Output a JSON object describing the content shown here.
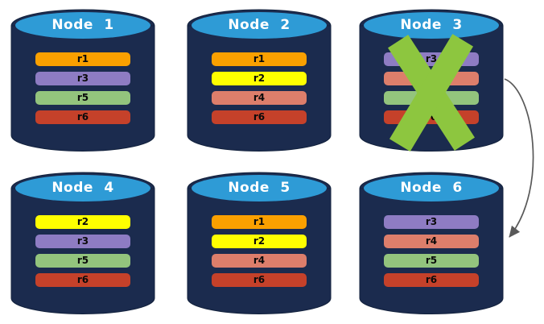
{
  "colors": {
    "background": "#FFFFFF",
    "cylinder-body": "#1B2B4E",
    "cylinder-outline": "#13223D",
    "cylinder-top": "#2E9BD6",
    "node-title-text": "#FFFFFF",
    "bar-text": "#0A0A0A",
    "fail-x": "#8DC63F",
    "arrow": "#595959"
  },
  "nodes": [
    {
      "title": "Node 1",
      "failed": false,
      "replicas": [
        {
          "label": "r1",
          "color": "#FAA000"
        },
        {
          "label": "r3",
          "color": "#8E7CC3"
        },
        {
          "label": "r5",
          "color": "#93C47D"
        },
        {
          "label": "r6",
          "color": "#C5412A"
        }
      ]
    },
    {
      "title": "Node 2",
      "failed": false,
      "replicas": [
        {
          "label": "r1",
          "color": "#FAA000"
        },
        {
          "label": "r2",
          "color": "#FFFF00"
        },
        {
          "label": "r4",
          "color": "#DD7E6B"
        },
        {
          "label": "r6",
          "color": "#C5412A"
        }
      ]
    },
    {
      "title": "Node 3",
      "failed": true,
      "replicas": [
        {
          "label": "r3",
          "color": "#8E7CC3"
        },
        {
          "label": "r4",
          "color": "#DD7E6B"
        },
        {
          "label": "r5",
          "color": "#93C47D"
        },
        {
          "label": "r6",
          "color": "#C5412A"
        }
      ]
    },
    {
      "title": "Node 4",
      "failed": false,
      "replicas": [
        {
          "label": "r2",
          "color": "#FFFF00"
        },
        {
          "label": "r3",
          "color": "#8E7CC3"
        },
        {
          "label": "r5",
          "color": "#93C47D"
        },
        {
          "label": "r6",
          "color": "#C5412A"
        }
      ]
    },
    {
      "title": "Node 5",
      "failed": false,
      "replicas": [
        {
          "label": "r1",
          "color": "#FAA000"
        },
        {
          "label": "r2",
          "color": "#FFFF00"
        },
        {
          "label": "r4",
          "color": "#DD7E6B"
        },
        {
          "label": "r6",
          "color": "#C5412A"
        }
      ]
    },
    {
      "title": "Node 6",
      "failed": false,
      "replicas": [
        {
          "label": "r3",
          "color": "#8E7CC3"
        },
        {
          "label": "r4",
          "color": "#DD7E6B"
        },
        {
          "label": "r5",
          "color": "#93C47D"
        },
        {
          "label": "r6",
          "color": "#C5412A"
        }
      ]
    }
  ],
  "annotations": {
    "failed_node": "Node 3",
    "arrow": {
      "from": "Node 3",
      "to": "Node 6"
    }
  }
}
